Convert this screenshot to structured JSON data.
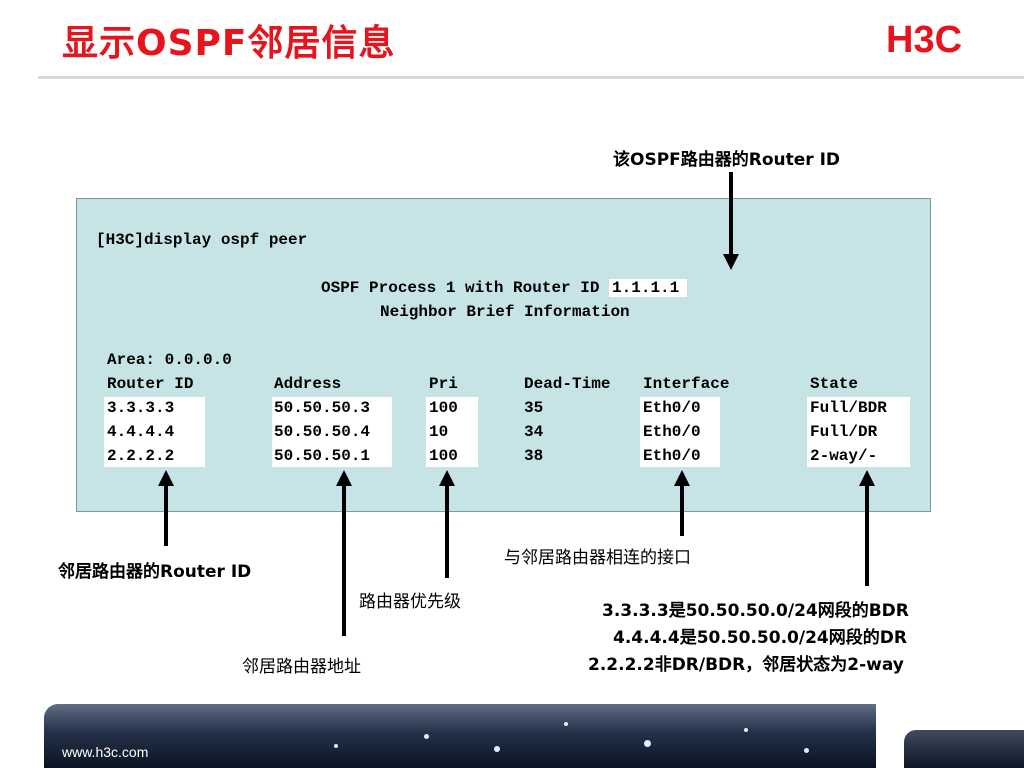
{
  "title": "显示OSPF邻居信息",
  "logo_text": "H3C",
  "footer_url": "www.h3c.com",
  "colors": {
    "title": "#e8141d",
    "terminal_bg": "#c6e4e6",
    "highlight": "#ffffff"
  },
  "terminal": {
    "command": "[H3C]display ospf peer",
    "process_prefix": "OSPF Process 1 with Router ID ",
    "router_id": "1.1.1.1",
    "brief": "Neighbor Brief Information",
    "area": "Area: 0.0.0.0",
    "headers": [
      "Router ID",
      "Address",
      "Pri",
      "Dead-Time",
      "Interface",
      "State"
    ],
    "rows": [
      [
        "3.3.3.3",
        "50.50.50.3",
        "100",
        "35",
        "Eth0/0",
        "Full/BDR"
      ],
      [
        "4.4.4.4",
        "50.50.50.4",
        "10",
        "34",
        "Eth0/0",
        "Full/DR"
      ],
      [
        "2.2.2.2",
        "50.50.50.1",
        "100",
        "38",
        "Eth0/0",
        "2-way/-"
      ]
    ]
  },
  "annotations": {
    "router_id": "该OSPF路由器的Router ID",
    "neighbor_id": "邻居路由器的Router ID",
    "priority": "路由器优先级",
    "address": "邻居路由器地址",
    "interface": "与邻居路由器相连的接口",
    "state_lines": [
      "3.3.3.3是50.50.50.0/24网段的BDR",
      "4.4.4.4是50.50.50.0/24网段的DR",
      "2.2.2.2非DR/BDR，邻居状态为2-way"
    ]
  }
}
